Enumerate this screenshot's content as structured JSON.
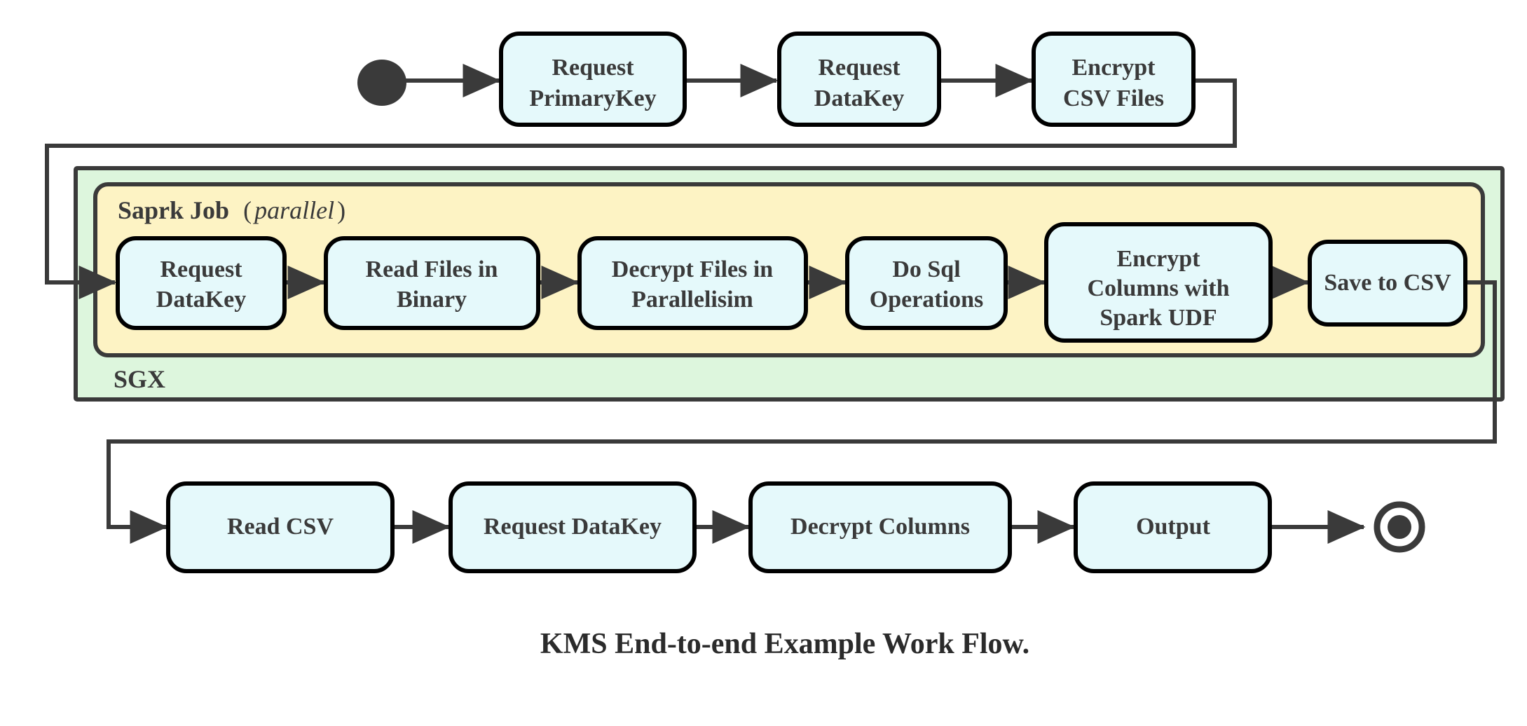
{
  "figure": {
    "caption": "KMS End-to-end Example Work Flow.",
    "colors": {
      "node_fill": "#e5f9fb",
      "node_stroke": "#000000",
      "edge": "#3a3a3a",
      "group_sgx_fill": "#ddf6dd",
      "group_spark_fill": "#fdf3c4",
      "text": "#3a3a3a",
      "background": "#ffffff"
    }
  },
  "groups": {
    "sgx": {
      "label": "SGX"
    },
    "spark": {
      "label_bold": "Saprk Job",
      "label_open_paren": "(",
      "label_italic": "parallel",
      "label_close_paren": ")"
    }
  },
  "markers": {
    "start_label": "start-node",
    "end_label": "end-node"
  },
  "rows": {
    "top": {
      "nodes": [
        {
          "id": "request-primarykey",
          "line1": "Request",
          "line2": "PrimaryKey"
        },
        {
          "id": "request-datakey-top",
          "line1": "Request",
          "line2": "DataKey"
        },
        {
          "id": "encrypt-csv-files",
          "line1": "Encrypt",
          "line2": "CSV Files"
        }
      ]
    },
    "middle": {
      "nodes": [
        {
          "id": "request-datakey-spark",
          "line1": "Request",
          "line2": "DataKey",
          "line3": ""
        },
        {
          "id": "read-files-in-binary",
          "line1": "Read Files in",
          "line2": "Binary",
          "line3": ""
        },
        {
          "id": "decrypt-files-in-parallelisim",
          "line1": "Decrypt Files in",
          "line2": "Parallelisim",
          "line3": ""
        },
        {
          "id": "do-sql-operations",
          "line1": "Do Sql",
          "line2": "Operations",
          "line3": ""
        },
        {
          "id": "encrypt-columns-with-spark-udf",
          "line1": "Encrypt",
          "line2": "Columns with",
          "line3": "Spark UDF"
        },
        {
          "id": "save-to-csv",
          "line1": "Save to CSV",
          "line2": "",
          "line3": ""
        }
      ]
    },
    "bottom": {
      "nodes": [
        {
          "id": "read-csv",
          "line1": "Read CSV",
          "line2": ""
        },
        {
          "id": "request-datakey-bottom",
          "line1": "Request DataKey",
          "line2": ""
        },
        {
          "id": "decrypt-columns",
          "line1": "Decrypt Columns",
          "line2": ""
        },
        {
          "id": "output",
          "line1": "Output",
          "line2": ""
        }
      ]
    }
  },
  "chart_data": {
    "type": "diagram",
    "title": "KMS End-to-end Example Work Flow.",
    "nodes": [
      "start",
      "Request PrimaryKey",
      "Request DataKey",
      "Encrypt CSV Files",
      "Request DataKey",
      "Read Files in Binary",
      "Decrypt Files in Parallelisim",
      "Do Sql Operations",
      "Encrypt Columns with Spark UDF",
      "Save to CSV",
      "Read CSV",
      "Request DataKey",
      "Decrypt Columns",
      "Output",
      "end"
    ],
    "edges": [
      [
        "start",
        "Request PrimaryKey"
      ],
      [
        "Request PrimaryKey",
        "Request DataKey"
      ],
      [
        "Request DataKey",
        "Encrypt CSV Files"
      ],
      [
        "Encrypt CSV Files",
        "Request DataKey (Spark)"
      ],
      [
        "Request DataKey (Spark)",
        "Read Files in Binary"
      ],
      [
        "Read Files in Binary",
        "Decrypt Files in Parallelisim"
      ],
      [
        "Decrypt Files in Parallelisim",
        "Do Sql Operations"
      ],
      [
        "Do Sql Operations",
        "Encrypt Columns with Spark UDF"
      ],
      [
        "Encrypt Columns with Spark UDF",
        "Save to CSV"
      ],
      [
        "Save to CSV",
        "Read CSV"
      ],
      [
        "Read CSV",
        "Request DataKey (bottom)"
      ],
      [
        "Request DataKey (bottom)",
        "Decrypt Columns"
      ],
      [
        "Decrypt Columns",
        "Output"
      ],
      [
        "Output",
        "end"
      ]
    ],
    "containers": [
      {
        "label": "SGX",
        "contains": [
          "Saprk Job (parallel)"
        ]
      },
      {
        "label": "Saprk Job (parallel)",
        "contains": [
          "Request DataKey",
          "Read Files in Binary",
          "Decrypt Files in Parallelisim",
          "Do Sql Operations",
          "Encrypt Columns with Spark UDF",
          "Save to CSV"
        ]
      }
    ]
  }
}
